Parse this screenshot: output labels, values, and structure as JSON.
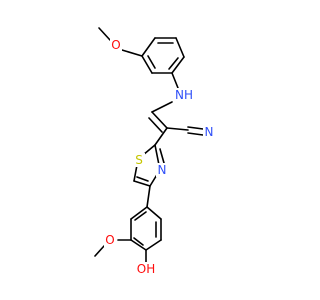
{
  "atom_colors": {
    "O": "#ff0d0d",
    "N": "#3050f8",
    "S": "#c6c600",
    "C": "#000000"
  },
  "labels": {
    "methoxy_o_top": "O",
    "amine_nh": "NH",
    "nitrile_n": "N",
    "thiazole_s": "S",
    "thiazole_n": "N",
    "methoxy_o_bottom": "O",
    "hydroxyl": "OH"
  }
}
